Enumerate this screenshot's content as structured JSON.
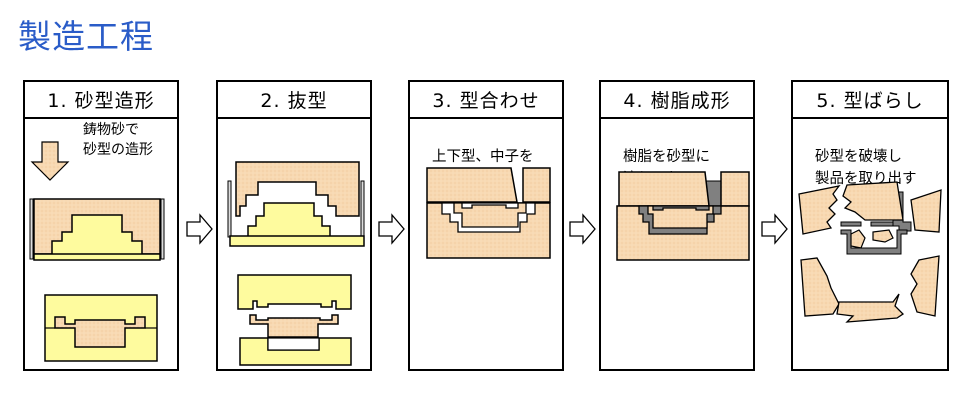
{
  "title": "製造工程",
  "colors": {
    "title": "#2a5cc8",
    "sand": "#f8d9b2",
    "pattern": "#fefb9e",
    "resin": "#808080",
    "outline": "#000000"
  },
  "steps": [
    {
      "label": "1. 砂型造形",
      "description": "鋳物砂で\n砂型の造形"
    },
    {
      "label": "2. 抜型",
      "description": ""
    },
    {
      "label": "3. 型合わせ",
      "description": "上下型、中子を\nセット"
    },
    {
      "label": "4. 樹脂成形",
      "description": "樹脂を砂型に\n流しこむ"
    },
    {
      "label": "5. 型ばらし",
      "description": "砂型を破壊し\n製品を取り出す"
    }
  ],
  "arrows": [
    {
      "icon": "right-arrow-icon"
    },
    {
      "icon": "right-arrow-icon"
    },
    {
      "icon": "right-arrow-icon"
    },
    {
      "icon": "right-arrow-icon"
    }
  ]
}
